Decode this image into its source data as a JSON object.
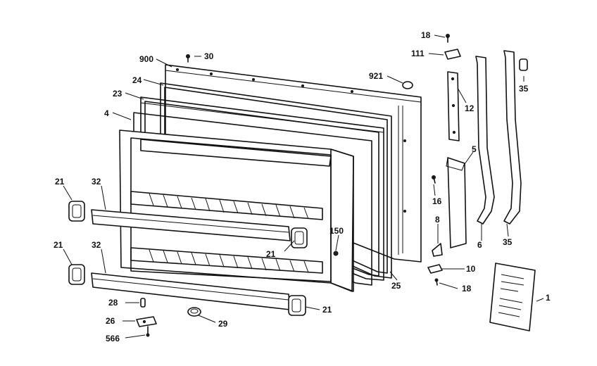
{
  "callouts": {
    "c18a": "18",
    "c30": "30",
    "c900": "900",
    "c111": "111",
    "c921": "921",
    "c35a": "35",
    "c24": "24",
    "c12": "12",
    "c23": "23",
    "c4": "4",
    "c5": "5",
    "c21a": "21",
    "c32a": "32",
    "c16": "16",
    "c8": "8",
    "c150": "150",
    "c21b": "21",
    "c6": "6",
    "c35b": "35",
    "c21c": "21",
    "c32b": "32",
    "c10": "10",
    "c25": "25",
    "c18b": "18",
    "c1": "1",
    "c28": "28",
    "c21d": "21",
    "c26": "26",
    "c29": "29",
    "c566": "566"
  }
}
